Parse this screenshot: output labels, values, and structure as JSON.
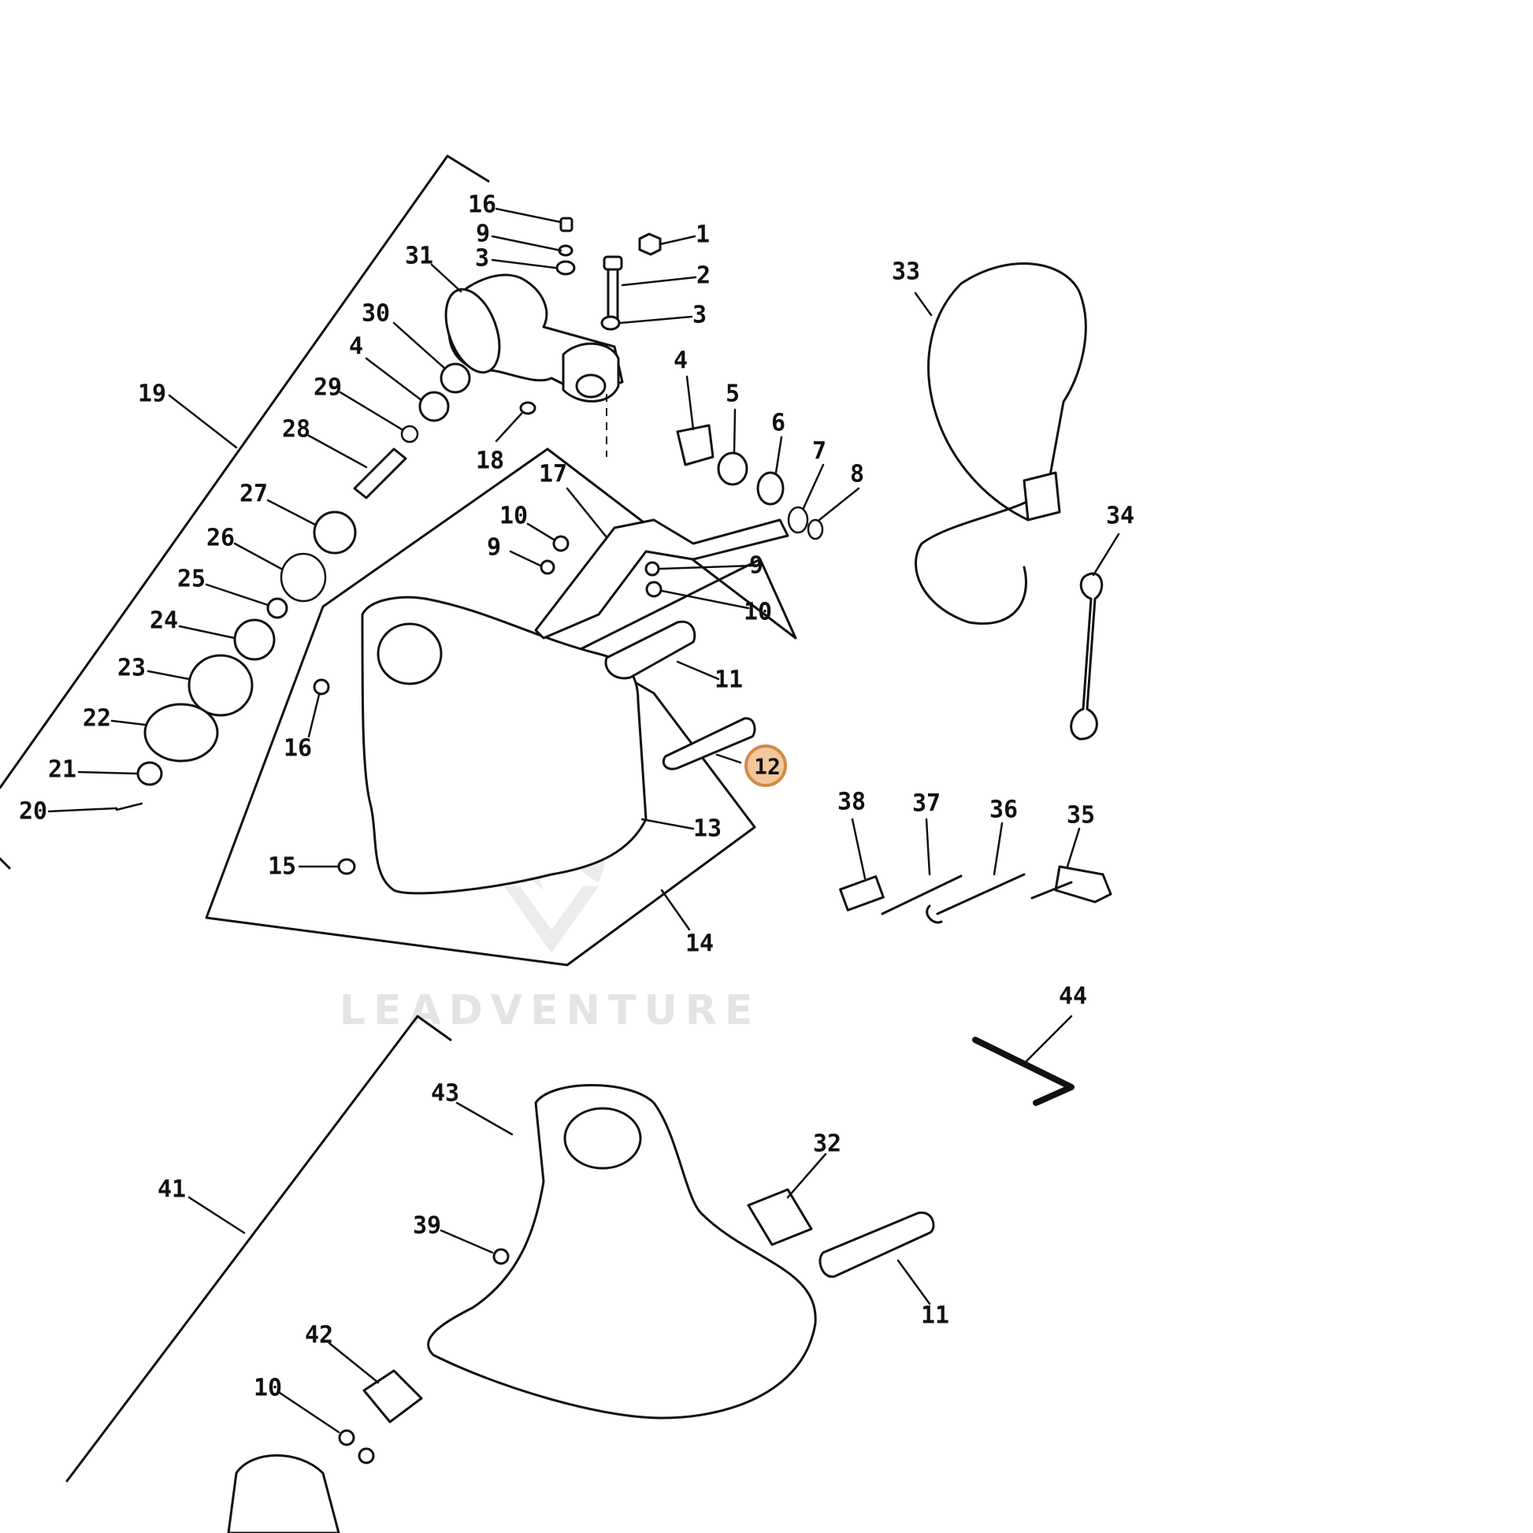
{
  "watermark": {
    "text": "LEADVENTURE"
  },
  "highlight": {
    "label": "12",
    "fill": "#f2c79a",
    "stroke": "#d08a48"
  },
  "callouts": [
    {
      "id": "16a",
      "label": "16"
    },
    {
      "id": "9a",
      "label": "9"
    },
    {
      "id": "3a",
      "label": "3"
    },
    {
      "id": "1",
      "label": "1"
    },
    {
      "id": "2",
      "label": "2"
    },
    {
      "id": "3b",
      "label": "3"
    },
    {
      "id": "31",
      "label": "31"
    },
    {
      "id": "30",
      "label": "30"
    },
    {
      "id": "4a",
      "label": "4"
    },
    {
      "id": "29",
      "label": "29"
    },
    {
      "id": "28",
      "label": "28"
    },
    {
      "id": "18",
      "label": "18"
    },
    {
      "id": "19",
      "label": "19"
    },
    {
      "id": "4b",
      "label": "4"
    },
    {
      "id": "5",
      "label": "5"
    },
    {
      "id": "6",
      "label": "6"
    },
    {
      "id": "7",
      "label": "7"
    },
    {
      "id": "8",
      "label": "8"
    },
    {
      "id": "17",
      "label": "17"
    },
    {
      "id": "10a",
      "label": "10"
    },
    {
      "id": "9b",
      "label": "9"
    },
    {
      "id": "9c",
      "label": "9"
    },
    {
      "id": "10b",
      "label": "10"
    },
    {
      "id": "27",
      "label": "27"
    },
    {
      "id": "26",
      "label": "26"
    },
    {
      "id": "25",
      "label": "25"
    },
    {
      "id": "24",
      "label": "24"
    },
    {
      "id": "23",
      "label": "23"
    },
    {
      "id": "22",
      "label": "22"
    },
    {
      "id": "21",
      "label": "21"
    },
    {
      "id": "20",
      "label": "20"
    },
    {
      "id": "16b",
      "label": "16"
    },
    {
      "id": "11a",
      "label": "11"
    },
    {
      "id": "13",
      "label": "13"
    },
    {
      "id": "15",
      "label": "15"
    },
    {
      "id": "14",
      "label": "14"
    },
    {
      "id": "33",
      "label": "33"
    },
    {
      "id": "34",
      "label": "34"
    },
    {
      "id": "38",
      "label": "38"
    },
    {
      "id": "37",
      "label": "37"
    },
    {
      "id": "36",
      "label": "36"
    },
    {
      "id": "35",
      "label": "35"
    },
    {
      "id": "44",
      "label": "44"
    },
    {
      "id": "43",
      "label": "43"
    },
    {
      "id": "41",
      "label": "41"
    },
    {
      "id": "39",
      "label": "39"
    },
    {
      "id": "32",
      "label": "32"
    },
    {
      "id": "11b",
      "label": "11"
    },
    {
      "id": "42",
      "label": "42"
    },
    {
      "id": "10c",
      "label": "10"
    }
  ]
}
